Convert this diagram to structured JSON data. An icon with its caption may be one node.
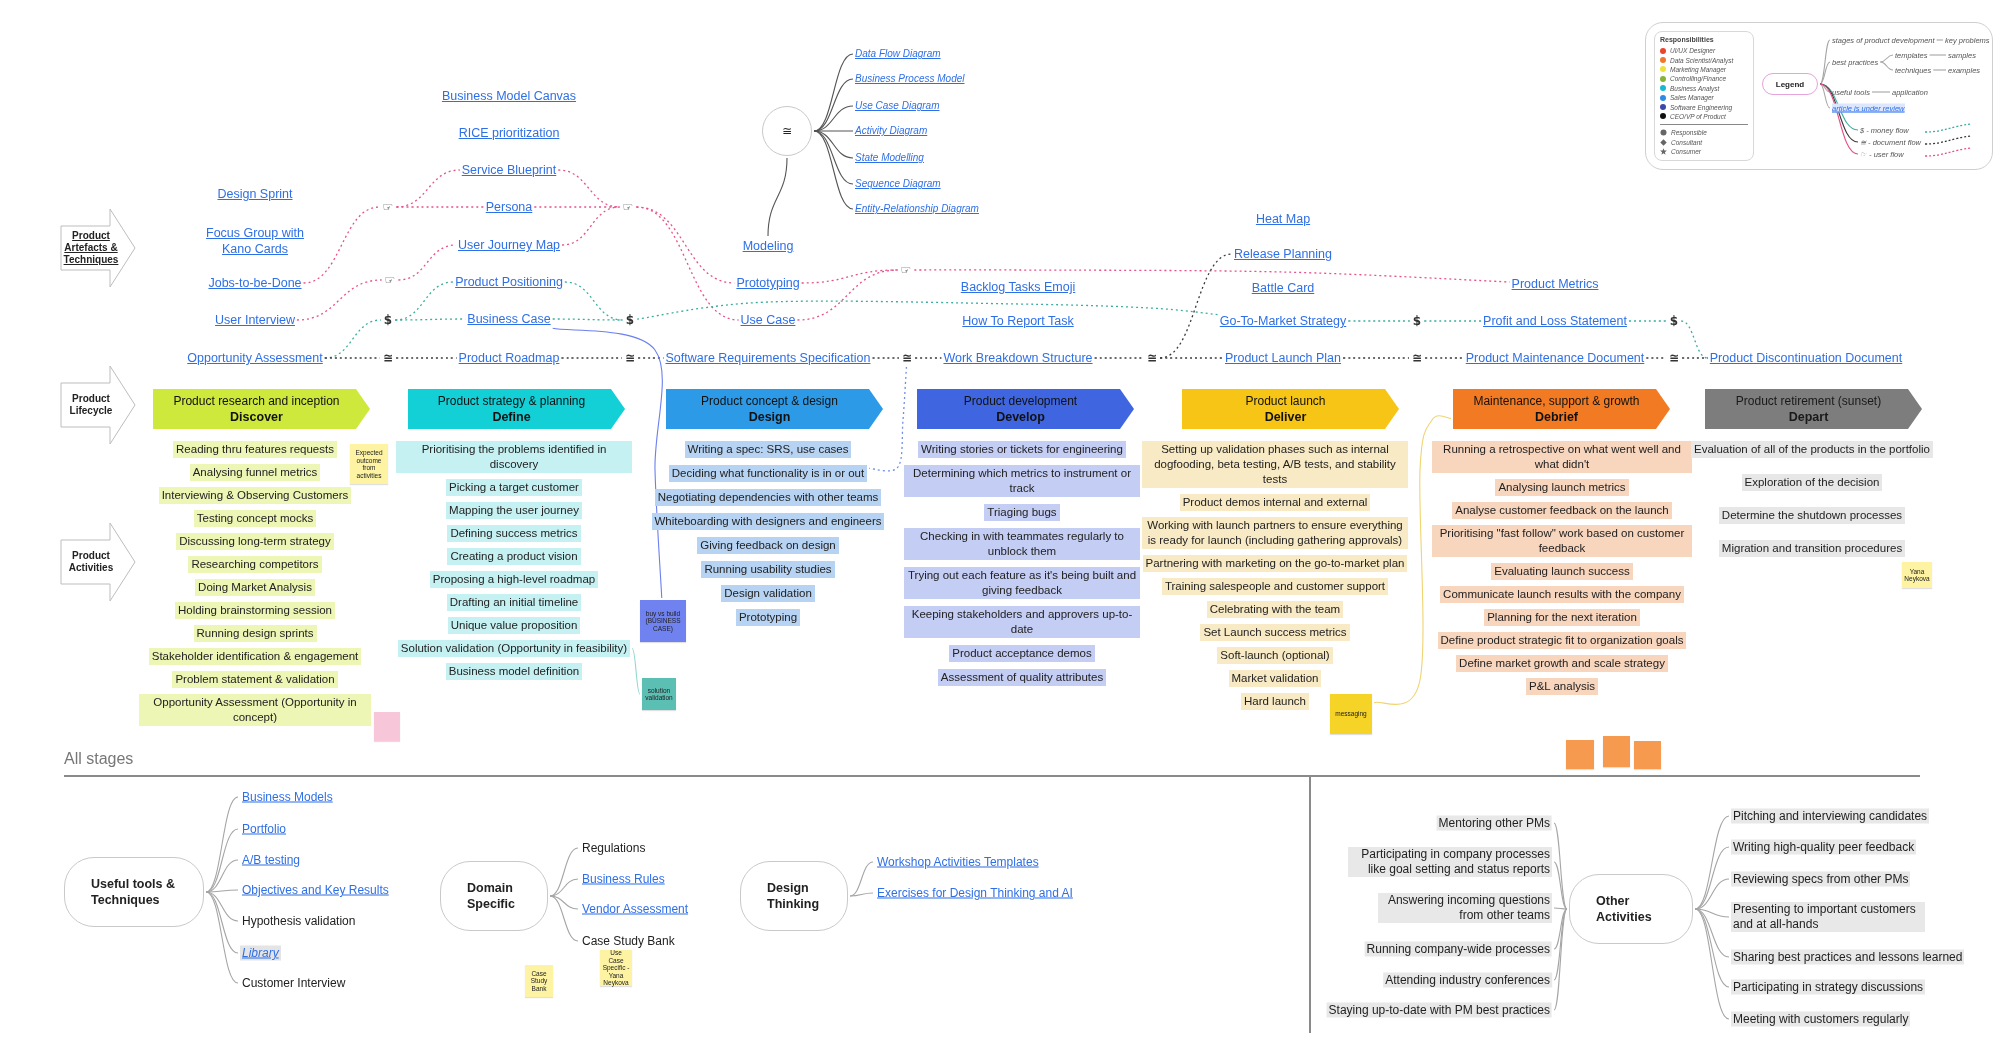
{
  "diagram": {
    "nodes": [
      {
        "text": [
          "Product Artefacts & Techniques"
        ]
      },
      {
        "text": [
          "Product Lifecycle"
        ]
      },
      {
        "text": [
          "Product Activities"
        ]
      },
      {
        "text": [
          "Design Sprint"
        ]
      },
      {
        "text": [
          "Focus Group with Kano Cards"
        ]
      },
      {
        "text": [
          "Jobs-to-be-Done"
        ]
      },
      {
        "text": [
          "User Interview"
        ]
      },
      {
        "text": [
          "Opportunity Assessment"
        ]
      },
      {
        "text": [
          "Business Model Canvas"
        ]
      },
      {
        "text": [
          "RICE prioritization"
        ]
      },
      {
        "text": [
          "Service Blueprint"
        ]
      },
      {
        "text": [
          "Persona"
        ]
      },
      {
        "text": [
          "User Journey Map"
        ]
      },
      {
        "text": [
          "Product Positioning"
        ]
      },
      {
        "text": [
          "Business Case"
        ]
      },
      {
        "text": [
          "Product Roadmap"
        ]
      },
      {
        "text": [
          "≅"
        ]
      },
      {
        "text": [
          "Data Flow Diagram"
        ]
      },
      {
        "text": [
          "Business Process Model"
        ]
      },
      {
        "text": [
          "Use Case Diagram"
        ]
      },
      {
        "text": [
          "Activity Diagram"
        ]
      },
      {
        "text": [
          "State Modelling"
        ]
      },
      {
        "text": [
          "Sequence Diagram"
        ]
      },
      {
        "text": [
          "Entity-Relationship Diagram"
        ]
      },
      {
        "text": [
          "Modeling"
        ]
      },
      {
        "text": [
          "Prototyping"
        ]
      },
      {
        "text": [
          "Use Case"
        ]
      },
      {
        "text": [
          "Software Requirements Specification"
        ]
      },
      {
        "text": [
          "Backlog Tasks Emoji"
        ]
      },
      {
        "text": [
          "How To Report Task"
        ]
      },
      {
        "text": [
          "Work Breakdown Structure"
        ]
      },
      {
        "text": [
          "Heat Map"
        ]
      },
      {
        "text": [
          "Release Planning"
        ]
      },
      {
        "text": [
          "Battle Card"
        ]
      },
      {
        "text": [
          "Go-To-Market Strategy"
        ]
      },
      {
        "text": [
          "Product Launch Plan"
        ]
      },
      {
        "text": [
          "Product Metrics"
        ]
      },
      {
        "text": [
          "Profit and Loss Statement"
        ]
      },
      {
        "text": [
          "Product Maintenance Document"
        ]
      },
      {
        "text": [
          "Product Discontinuation Document"
        ]
      },
      {
        "text": [
          "☞"
        ]
      },
      {
        "text": [
          "☞"
        ]
      },
      {
        "text": [
          "☞"
        ]
      },
      {
        "text": [
          "☞"
        ]
      },
      {
        "text": [
          "$"
        ]
      },
      {
        "text": [
          "$"
        ]
      },
      {
        "text": [
          "$"
        ]
      },
      {
        "text": [
          "$"
        ]
      },
      {
        "text": [
          "≅"
        ]
      },
      {
        "text": [
          "≅"
        ]
      },
      {
        "text": [
          "≅"
        ]
      },
      {
        "text": [
          "≅"
        ]
      },
      {
        "text": [
          "≅"
        ]
      },
      {
        "text": [
          "≅"
        ]
      },
      {
        "text": [
          "Product research and inception",
          "Discover"
        ]
      },
      {
        "text": [
          "Product strategy & planning",
          "Define"
        ]
      },
      {
        "text": [
          "Product concept & design",
          "Design"
        ]
      },
      {
        "text": [
          "Product development",
          "Develop"
        ]
      },
      {
        "text": [
          "Product launch",
          "Deliver"
        ]
      },
      {
        "text": [
          "Maintenance, support & growth",
          "Debrief"
        ]
      },
      {
        "text": [
          "Product retirement (sunset)",
          "Depart"
        ]
      },
      {
        "text": [
          "Reading thru features requests"
        ]
      },
      {
        "text": [
          "Analysing funnel metrics"
        ]
      },
      {
        "text": [
          "Interviewing & Observing Customers"
        ]
      },
      {
        "text": [
          "Testing concept mocks"
        ]
      },
      {
        "text": [
          "Discussing long-term strategy"
        ]
      },
      {
        "text": [
          "Researching competitors"
        ]
      },
      {
        "text": [
          "Doing Market Analysis"
        ]
      },
      {
        "text": [
          "Holding brainstorming session"
        ]
      },
      {
        "text": [
          "Running design sprints"
        ]
      },
      {
        "text": [
          "Stakeholder identification & engagement"
        ]
      },
      {
        "text": [
          "Problem statement & validation"
        ]
      },
      {
        "text": [
          "Opportunity Assessment (Opportunity in concept)"
        ]
      },
      {
        "text": [
          "Prioritising the problems identified in discovery"
        ]
      },
      {
        "text": [
          "Picking a target customer"
        ]
      },
      {
        "text": [
          "Mapping the user journey"
        ]
      },
      {
        "text": [
          "Defining success metrics"
        ]
      },
      {
        "text": [
          "Creating a product vision"
        ]
      },
      {
        "text": [
          "Proposing a high-level roadmap"
        ]
      },
      {
        "text": [
          "Drafting an initial timeline"
        ]
      },
      {
        "text": [
          "Unique value proposition"
        ]
      },
      {
        "text": [
          "Solution validation (Opportunity in feasibility)"
        ]
      },
      {
        "text": [
          "Business model definition"
        ]
      },
      {
        "text": [
          "Writing a spec: SRS, use cases"
        ]
      },
      {
        "text": [
          "Deciding what functionality is in or out"
        ]
      },
      {
        "text": [
          "Negotiating dependencies with other teams"
        ]
      },
      {
        "text": [
          "Whiteboarding with designers and engineers"
        ]
      },
      {
        "text": [
          "Giving feedback on design"
        ]
      },
      {
        "text": [
          "Running usability studies"
        ]
      },
      {
        "text": [
          "Design validation"
        ]
      },
      {
        "text": [
          "Prototyping"
        ]
      },
      {
        "text": [
          "Writing stories or tickets for engineering"
        ]
      },
      {
        "text": [
          "Determining which metrics to instrument or track"
        ]
      },
      {
        "text": [
          "Triaging bugs"
        ]
      },
      {
        "text": [
          "Checking in with teammates regularly to unblock them"
        ]
      },
      {
        "text": [
          "Trying out each feature as it's being built and giving feedback"
        ]
      },
      {
        "text": [
          "Keeping stakeholders and approvers up-to-date"
        ]
      },
      {
        "text": [
          "Product acceptance demos"
        ]
      },
      {
        "text": [
          "Assessment of quality attributes"
        ]
      },
      {
        "text": [
          "Setting up validation phases such as internal dogfooding, beta testing, A/B tests, and stability tests"
        ]
      },
      {
        "text": [
          "Product demos internal and external"
        ]
      },
      {
        "text": [
          "Working with launch partners to ensure everything is ready for launch (including gathering approvals)"
        ]
      },
      {
        "text": [
          "Partnering with marketing on the go-to-market plan"
        ]
      },
      {
        "text": [
          "Training salespeople and customer support"
        ]
      },
      {
        "text": [
          "Celebrating with the team"
        ]
      },
      {
        "text": [
          "Set Launch success metrics"
        ]
      },
      {
        "text": [
          "Soft-launch (optional)"
        ]
      },
      {
        "text": [
          "Market validation"
        ]
      },
      {
        "text": [
          "Hard launch"
        ]
      },
      {
        "text": [
          "Running a retrospective on what went well and what didn't"
        ]
      },
      {
        "text": [
          "Analysing launch metrics"
        ]
      },
      {
        "text": [
          "Analyse customer feedback on the launch"
        ]
      },
      {
        "text": [
          "Prioritising \"fast follow\" work based on customer feedback"
        ]
      },
      {
        "text": [
          "Evaluating launch success"
        ]
      },
      {
        "text": [
          "Communicate launch results with the company"
        ]
      },
      {
        "text": [
          "Planning for the next iteration"
        ]
      },
      {
        "text": [
          "Define product strategic fit to organization goals"
        ]
      },
      {
        "text": [
          "Define market growth and scale strategy"
        ]
      },
      {
        "text": [
          "P&L analysis"
        ]
      },
      {
        "text": [
          "Evaluation of all of the products in the portfolio"
        ]
      },
      {
        "text": [
          "Exploration of the decision"
        ]
      },
      {
        "text": [
          "Determine the shutdown processes"
        ]
      },
      {
        "text": [
          "Migration and transition procedures"
        ]
      },
      {
        "text": [
          "Expected outcome from activities"
        ]
      },
      {
        "text": [
          "buy vs build (BUSINESS CASE)"
        ]
      },
      {
        "text": [
          "solution validation"
        ]
      },
      {
        "text": [
          "messaging"
        ]
      },
      {
        "text": [
          "Yana Neykova"
        ]
      },
      {
        "text": [
          "Case Study Bank"
        ]
      },
      {
        "text": [
          "Use Case Specific - Yana Neykova"
        ]
      },
      {
        "text": [
          "Useful tools & Techniques"
        ]
      },
      {
        "text": [
          "Business Models"
        ]
      },
      {
        "text": [
          "Portfolio"
        ]
      },
      {
        "text": [
          "A/B testing"
        ]
      },
      {
        "text": [
          "Objectives and Key Results"
        ]
      },
      {
        "text": [
          "Hypothesis validation"
        ]
      },
      {
        "text": [
          "Library"
        ]
      },
      {
        "text": [
          "Customer Interview"
        ]
      },
      {
        "text": [
          "Domain Specific"
        ]
      },
      {
        "text": [
          "Regulations"
        ]
      },
      {
        "text": [
          "Business Rules"
        ]
      },
      {
        "text": [
          "Vendor Assessment"
        ]
      },
      {
        "text": [
          "Case Study Bank"
        ]
      },
      {
        "text": [
          "Design Thinking"
        ]
      },
      {
        "text": [
          "Workshop Activities Templates"
        ]
      },
      {
        "text": [
          "Exercises for Design Thinking and AI"
        ]
      },
      {
        "text": [
          "Other Activities"
        ]
      },
      {
        "text": [
          "Mentoring other PMs"
        ]
      },
      {
        "text": [
          "Participating in company processes like goal setting and status reports"
        ]
      },
      {
        "text": [
          "Answering incoming questions from other teams"
        ]
      },
      {
        "text": [
          "Running company-wide processes"
        ]
      },
      {
        "text": [
          "Attending industry conferences"
        ]
      },
      {
        "text": [
          "Staying up-to-date with PM best practices"
        ]
      },
      {
        "text": [
          "Pitching and interviewing candidates"
        ]
      },
      {
        "text": [
          "Writing high-quality peer feedback"
        ]
      },
      {
        "text": [
          "Reviewing specs from other PMs"
        ]
      },
      {
        "text": [
          "Presenting to important customers and at all-hands"
        ]
      },
      {
        "text": [
          "Sharing best practices and lessons learned"
        ]
      },
      {
        "text": [
          "Participating in strategy discussions"
        ]
      },
      {
        "text": [
          "Meeting with customers regularly"
        ]
      },
      {
        "text": [
          "Legend"
        ]
      },
      {
        "text": [
          "stages of product development"
        ]
      },
      {
        "text": [
          "key problems"
        ]
      },
      {
        "text": [
          "best practices"
        ]
      },
      {
        "text": [
          "templates"
        ]
      },
      {
        "text": [
          "samples"
        ]
      },
      {
        "text": [
          "techniques"
        ]
      },
      {
        "text": [
          "examples"
        ]
      },
      {
        "text": [
          "useful tools"
        ]
      },
      {
        "text": [
          "application"
        ]
      },
      {
        "text": [
          "article is under review"
        ]
      },
      {
        "text": [
          "$ - money flow"
        ]
      },
      {
        "text": [
          "≅ - document flow"
        ]
      },
      {
        "text": [
          "☞ - user flow"
        ]
      }
    ],
    "edges": [
      {
        "from": 5,
        "to": 40,
        "arrow": "none",
        "style": "dashed",
        "color": "#e8508a"
      },
      {
        "from": 40,
        "to": 10,
        "arrow": "none",
        "style": "dashed",
        "color": "#e8508a"
      },
      {
        "from": 40,
        "to": 11,
        "arrow": "none",
        "style": "dashed",
        "color": "#e8508a"
      },
      {
        "from": 6,
        "to": 41,
        "arrow": "none",
        "style": "dashed",
        "color": "#e8508a"
      },
      {
        "from": 41,
        "to": 12,
        "arrow": "none",
        "style": "dashed",
        "color": "#e8508a"
      },
      {
        "from": 10,
        "to": 42,
        "arrow": "none",
        "style": "dashed",
        "color": "#e8508a"
      },
      {
        "from": 11,
        "to": 42,
        "arrow": "none",
        "style": "dashed",
        "color": "#e8508a"
      },
      {
        "from": 12,
        "to": 42,
        "arrow": "none",
        "style": "dashed",
        "color": "#e8508a"
      },
      {
        "from": 42,
        "to": 25,
        "arrow": "none",
        "style": "dashed",
        "color": "#e8508a"
      },
      {
        "from": 42,
        "to": 26,
        "arrow": "none",
        "style": "dashed",
        "color": "#e8508a"
      },
      {
        "from": 25,
        "to": 43,
        "arrow": "none",
        "style": "dashed",
        "color": "#e8508a"
      },
      {
        "from": 26,
        "to": 43,
        "arrow": "none",
        "style": "dashed",
        "color": "#e8508a"
      },
      {
        "from": 43,
        "to": 36,
        "arrow": "none",
        "style": "dashed",
        "color": "#e8508a"
      },
      {
        "from": 7,
        "to": 44,
        "arrow": "none",
        "style": "dashed",
        "color": "#3aae9e"
      },
      {
        "from": 44,
        "to": 13,
        "arrow": "none",
        "style": "dashed",
        "color": "#3aae9e"
      },
      {
        "from": 44,
        "to": 14,
        "arrow": "none",
        "style": "dashed",
        "color": "#3aae9e"
      },
      {
        "from": 13,
        "to": 45,
        "arrow": "none",
        "style": "dashed",
        "color": "#3aae9e"
      },
      {
        "from": 14,
        "to": 45,
        "arrow": "none",
        "style": "dashed",
        "color": "#3aae9e"
      },
      {
        "from": 45,
        "to": 34,
        "arrow": "none",
        "style": "dashed",
        "color": "#3aae9e"
      },
      {
        "from": 34,
        "to": 46,
        "arrow": "none",
        "style": "dashed",
        "color": "#3aae9e"
      },
      {
        "from": 46,
        "to": 37,
        "arrow": "none",
        "style": "dashed",
        "color": "#3aae9e"
      },
      {
        "from": 37,
        "to": 47,
        "arrow": "none",
        "style": "dashed",
        "color": "#3aae9e"
      },
      {
        "from": 47,
        "to": 39,
        "arrow": "none",
        "style": "dashed",
        "color": "#3aae9e"
      },
      {
        "from": 7,
        "to": 48,
        "arrow": "none",
        "style": "dashed",
        "color": "#3a3a3a"
      },
      {
        "from": 48,
        "to": 15,
        "arrow": "none",
        "style": "dashed",
        "color": "#3a3a3a"
      },
      {
        "from": 15,
        "to": 49,
        "arrow": "none",
        "style": "dashed",
        "color": "#3a3a3a"
      },
      {
        "from": 49,
        "to": 27,
        "arrow": "none",
        "style": "dashed",
        "color": "#3a3a3a"
      },
      {
        "from": 27,
        "to": 50,
        "arrow": "none",
        "style": "dashed",
        "color": "#3a3a3a"
      },
      {
        "from": 50,
        "to": 30,
        "arrow": "none",
        "style": "dashed",
        "color": "#3a3a3a"
      },
      {
        "from": 30,
        "to": 51,
        "arrow": "none",
        "style": "dashed",
        "color": "#3a3a3a"
      },
      {
        "from": 51,
        "to": 35,
        "arrow": "none",
        "style": "dashed",
        "color": "#3a3a3a"
      },
      {
        "from": 51,
        "to": 32,
        "arrow": "none",
        "style": "dashed",
        "color": "#3a3a3a"
      },
      {
        "from": 35,
        "to": 52,
        "arrow": "none",
        "style": "dashed",
        "color": "#3a3a3a"
      },
      {
        "from": 52,
        "to": 38,
        "arrow": "none",
        "style": "dashed",
        "color": "#3a3a3a"
      },
      {
        "from": 38,
        "to": 53,
        "arrow": "none",
        "style": "dashed",
        "color": "#3a3a3a"
      },
      {
        "from": 53,
        "to": 39,
        "arrow": "none",
        "style": "dashed",
        "color": "#3a3a3a"
      },
      {
        "from": 24,
        "to": 16,
        "arrow": "none",
        "color": "#555555"
      },
      {
        "from": 16,
        "to": 17,
        "arrow": "none",
        "color": "#555555"
      },
      {
        "from": 16,
        "to": 18,
        "arrow": "none",
        "color": "#555555"
      },
      {
        "from": 16,
        "to": 19,
        "arrow": "none",
        "color": "#555555"
      },
      {
        "from": 16,
        "to": 20,
        "arrow": "none",
        "color": "#555555"
      },
      {
        "from": 16,
        "to": 21,
        "arrow": "none",
        "color": "#555555"
      },
      {
        "from": 16,
        "to": 22,
        "arrow": "none",
        "color": "#555555"
      },
      {
        "from": 16,
        "to": 23,
        "arrow": "none",
        "color": "#555555"
      },
      {
        "from": 14,
        "to": 124,
        "arrow": "none",
        "color": "#6b7ff0"
      },
      {
        "from": 81,
        "to": 125,
        "arrow": "none",
        "color": "#8fd8d0"
      },
      {
        "from": 126,
        "to": 59,
        "arrow": "none",
        "color": "#f0d470"
      },
      {
        "from": 50,
        "to": 84,
        "arrow": "none",
        "style": "dashed",
        "color": "#6f8fe6"
      },
      {
        "from": 130,
        "to": 131,
        "arrow": "none"
      },
      {
        "from": 130,
        "to": 132,
        "arrow": "none"
      },
      {
        "from": 130,
        "to": 133,
        "arrow": "none"
      },
      {
        "from": 130,
        "to": 134,
        "arrow": "none"
      },
      {
        "from": 130,
        "to": 135,
        "arrow": "none"
      },
      {
        "from": 130,
        "to": 136,
        "arrow": "none"
      },
      {
        "from": 130,
        "to": 137,
        "arrow": "none"
      },
      {
        "from": 138,
        "to": 139,
        "arrow": "none"
      },
      {
        "from": 138,
        "to": 140,
        "arrow": "none"
      },
      {
        "from": 138,
        "to": 141,
        "arrow": "none"
      },
      {
        "from": 138,
        "to": 142,
        "arrow": "none"
      },
      {
        "from": 143,
        "to": 144,
        "arrow": "none"
      },
      {
        "from": 143,
        "to": 145,
        "arrow": "none"
      },
      {
        "from": 146,
        "to": 147,
        "arrow": "none"
      },
      {
        "from": 146,
        "to": 148,
        "arrow": "none"
      },
      {
        "from": 146,
        "to": 149,
        "arrow": "none"
      },
      {
        "from": 146,
        "to": 150,
        "arrow": "none"
      },
      {
        "from": 146,
        "to": 151,
        "arrow": "none"
      },
      {
        "from": 146,
        "to": 152,
        "arrow": "none"
      },
      {
        "from": 146,
        "to": 153,
        "arrow": "none"
      },
      {
        "from": 146,
        "to": 154,
        "arrow": "none"
      },
      {
        "from": 146,
        "to": 155,
        "arrow": "none"
      },
      {
        "from": 146,
        "to": 156,
        "arrow": "none"
      },
      {
        "from": 146,
        "to": 157,
        "arrow": "none"
      },
      {
        "from": 146,
        "to": 158,
        "arrow": "none"
      },
      {
        "from": 146,
        "to": 159,
        "arrow": "none"
      },
      {
        "from": 160,
        "to": 161,
        "arrow": "none"
      },
      {
        "from": 161,
        "to": 162,
        "arrow": "none"
      },
      {
        "from": 160,
        "to": 163,
        "arrow": "none"
      },
      {
        "from": 163,
        "to": 164,
        "arrow": "none"
      },
      {
        "from": 164,
        "to": 165,
        "arrow": "none"
      },
      {
        "from": 163,
        "to": 166,
        "arrow": "none"
      },
      {
        "from": 166,
        "to": 167,
        "arrow": "none"
      },
      {
        "from": 160,
        "to": 168,
        "arrow": "none"
      },
      {
        "from": 168,
        "to": 169,
        "arrow": "none"
      },
      {
        "from": 160,
        "to": 170,
        "arrow": "none"
      },
      {
        "from": 160,
        "to": 171,
        "arrow": "none",
        "color": "#3aae9e"
      },
      {
        "from": 160,
        "to": 172,
        "arrow": "none",
        "color": "#3a3a3a"
      },
      {
        "from": 160,
        "to": 173,
        "arrow": "none",
        "color": "#e8508a"
      }
    ],
    "labels": [
      "Responsibilities",
      "All stages"
    ],
    "legend": [
      {
        "text": "UI/UX Designer",
        "color": "#e8452c"
      },
      {
        "text": "Data Scientist/Analyst",
        "color": "#f0782a"
      },
      {
        "text": "Marketing Manager",
        "color": "#f2e03a"
      },
      {
        "text": "Controlling/Finance",
        "color": "#8ab23a"
      },
      {
        "text": "Business Analyst",
        "color": "#1ab8d0"
      },
      {
        "text": "Sales Manager",
        "color": "#2f8ae6"
      },
      {
        "text": "Software Engineering",
        "color": "#3b48a8"
      },
      {
        "text": "CEO/VP of Product",
        "color": "#111111"
      },
      {
        "text": "Responsible"
      },
      {
        "text": "Consultant"
      },
      {
        "text": "Consumer"
      }
    ]
  }
}
